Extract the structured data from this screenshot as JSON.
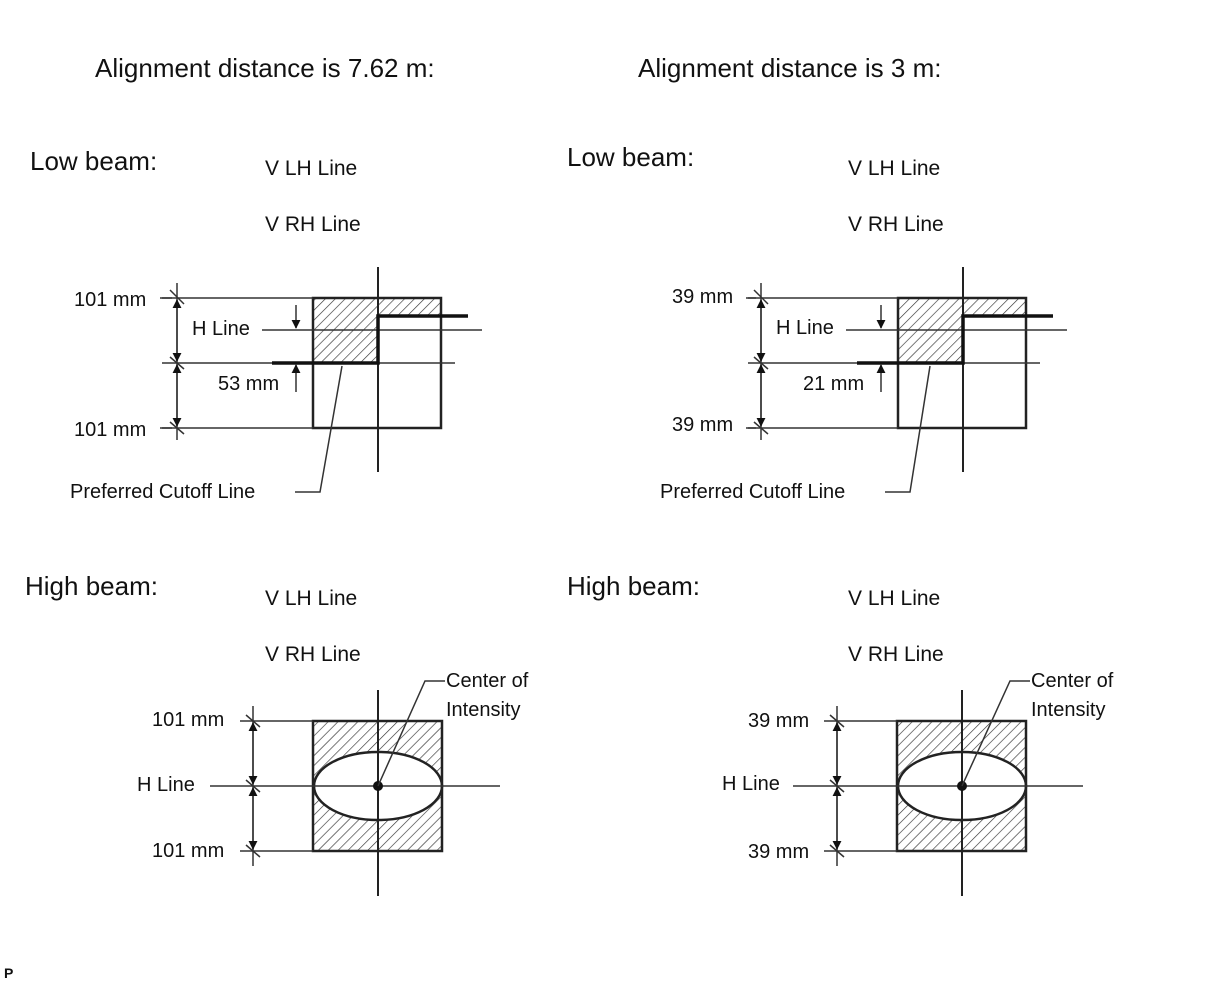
{
  "titles": {
    "left": "Alignment distance is 7.62 m:",
    "right": "Alignment distance is 3 m:"
  },
  "sections": {
    "low_left": "Low beam:",
    "low_right": "Low beam:",
    "high_left": "High beam:",
    "high_right": "High beam:"
  },
  "vertical_lines": {
    "lh": "V LH Line",
    "rh": "V RH Line"
  },
  "h_line": "H Line",
  "cutoff_label": "Preferred Cutoff Line",
  "center_label_1": "Center of",
  "center_label_2": "Intensity",
  "dims_762": {
    "offset": "101 mm",
    "drop": "53 mm"
  },
  "dims_3": {
    "offset": "39 mm",
    "drop": "21 mm"
  },
  "footer": "P"
}
